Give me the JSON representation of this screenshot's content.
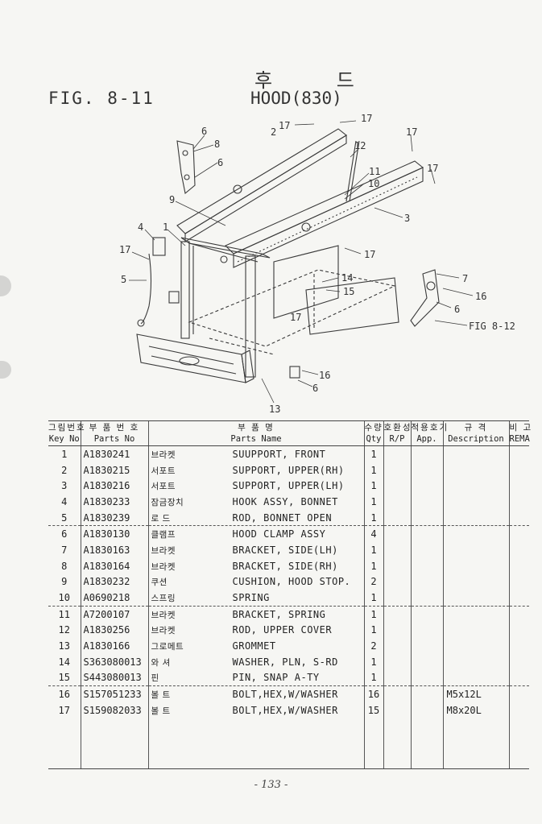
{
  "figure": {
    "label": "FIG. 8-11",
    "title_ko": "후 드",
    "title_en": "HOOD(830)"
  },
  "callouts": {
    "c1": "1",
    "c2": "2",
    "c3": "3",
    "c4": "4",
    "c5": "5",
    "c6a": "6",
    "c6b": "6",
    "c6c": "6",
    "c6d": "6",
    "c7": "7",
    "c8": "8",
    "c9": "9",
    "c10": "10",
    "c11": "11",
    "c12": "12",
    "c13": "13",
    "c14": "14",
    "c15": "15",
    "c16a": "16",
    "c16b": "16",
    "c17a": "17",
    "c17b": "17",
    "c17c": "17",
    "c17d": "17",
    "c17e": "17",
    "c17f": "17",
    "c17g": "17",
    "ref": "FIG 8-12"
  },
  "table": {
    "headers": {
      "key_ko": "그림번호",
      "key_en": "Key No",
      "part_ko": "부 품 번 호",
      "part_en": "Parts No",
      "name_ko": "부 품 명",
      "name_en": "Parts Name",
      "qty_ko": "수량",
      "qty_en": "Qty",
      "rp_ko": "호환성",
      "rp_en": "R/P",
      "app_ko": "적용호기",
      "app_en": "App.",
      "desc_ko": "규 격",
      "desc_en": "Description",
      "rema_ko": "비 고",
      "rema_en": "REMA"
    },
    "rows": [
      {
        "key": "1",
        "part": "A1830241",
        "ko": "브라켓",
        "name": "SUUPPORT, FRONT",
        "qty": "1",
        "desc": ""
      },
      {
        "key": "2",
        "part": "A1830215",
        "ko": "서포트",
        "name": "SUPPORT, UPPER(RH)",
        "qty": "1",
        "desc": ""
      },
      {
        "key": "3",
        "part": "A1830216",
        "ko": "서포트",
        "name": "SUPPORT, UPPER(LH)",
        "qty": "1",
        "desc": ""
      },
      {
        "key": "4",
        "part": "A1830233",
        "ko": "잠금장치",
        "name": "HOOK ASSY, BONNET",
        "qty": "1",
        "desc": ""
      },
      {
        "key": "5",
        "part": "A1830239",
        "ko": "로 드",
        "name": "ROD, BONNET OPEN",
        "qty": "1",
        "desc": ""
      },
      {
        "key": "6",
        "part": "A1830130",
        "ko": "클램프",
        "name": "HOOD CLAMP ASSY",
        "qty": "4",
        "desc": ""
      },
      {
        "key": "7",
        "part": "A1830163",
        "ko": "브라켓",
        "name": "BRACKET, SIDE(LH)",
        "qty": "1",
        "desc": ""
      },
      {
        "key": "8",
        "part": "A1830164",
        "ko": "브라켓",
        "name": "BRACKET, SIDE(RH)",
        "qty": "1",
        "desc": ""
      },
      {
        "key": "9",
        "part": "A1830232",
        "ko": "쿠션",
        "name": "CUSHION, HOOD STOP.",
        "qty": "2",
        "desc": ""
      },
      {
        "key": "10",
        "part": "A0690218",
        "ko": "스프링",
        "name": "SPRING",
        "qty": "1",
        "desc": ""
      },
      {
        "key": "11",
        "part": "A7200107",
        "ko": "브라켓",
        "name": "BRACKET, SPRING",
        "qty": "1",
        "desc": ""
      },
      {
        "key": "12",
        "part": "A1830256",
        "ko": "브라켓",
        "name": "ROD, UPPER COVER",
        "qty": "1",
        "desc": ""
      },
      {
        "key": "13",
        "part": "A1830166",
        "ko": "그로메트",
        "name": "GROMMET",
        "qty": "2",
        "desc": ""
      },
      {
        "key": "14",
        "part": "S363080013",
        "ko": "와 셔",
        "name": "WASHER, PLN, S-RD",
        "qty": "1",
        "desc": ""
      },
      {
        "key": "15",
        "part": "S443080013",
        "ko": "핀",
        "name": "PIN, SNAP A-TY",
        "qty": "1",
        "desc": ""
      },
      {
        "key": "16",
        "part": "S157051233",
        "ko": "볼 트",
        "name": "BOLT,HEX,W/WASHER",
        "qty": "16",
        "desc": "M5x12L"
      },
      {
        "key": "17",
        "part": "S159082033",
        "ko": "볼 트",
        "name": "BOLT,HEX,W/WASHER",
        "qty": "15",
        "desc": "M8x20L"
      }
    ]
  },
  "page": {
    "number": "- 133 -"
  }
}
